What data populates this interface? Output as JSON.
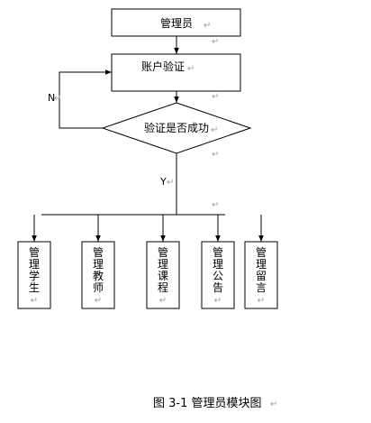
{
  "nodes": {
    "admin": "管理员",
    "login": "账户验证",
    "decision": "验证是否成功"
  },
  "branches": {
    "no": "N",
    "yes": "Y"
  },
  "modules": [
    "管理学生",
    "管理教师",
    "管理课程",
    "管理公告",
    "管理留言"
  ],
  "caption": "图 3-1  管理员模块图",
  "paragraph_mark": "↵"
}
